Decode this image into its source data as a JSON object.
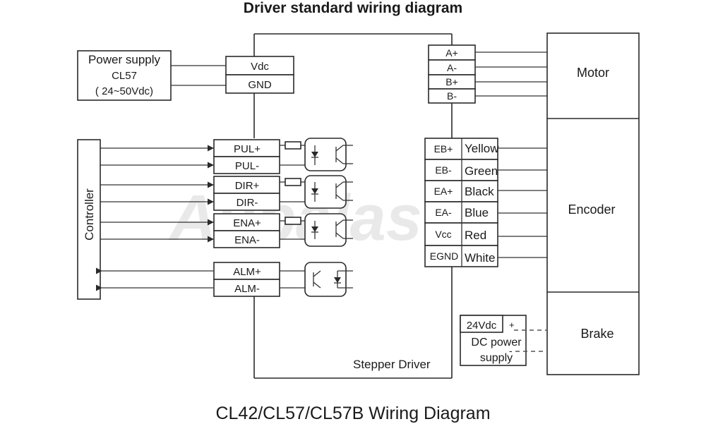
{
  "title": "Driver standard wiring diagram",
  "caption": "CL42/CL57/CL57B Wiring Diagram",
  "watermark": "Aubalasti",
  "power_supply": {
    "line1": "Power supply",
    "line2": "CL57",
    "line3": "( 24~50Vdc)"
  },
  "power_terminals": [
    "Vdc",
    "GND"
  ],
  "controller_label": "Controller",
  "control_terminals": [
    "PUL+",
    "PUL-",
    "DIR+",
    "DIR-",
    "ENA+",
    "ENA-",
    "ALM+",
    "ALM-"
  ],
  "driver_label": "Stepper Driver",
  "motor_terminals": [
    "A+",
    "A-",
    "B+",
    "B-"
  ],
  "encoder_terminals": [
    {
      "pin": "EB+",
      "color": "Yellow"
    },
    {
      "pin": "EB-",
      "color": "Green"
    },
    {
      "pin": "EA+",
      "color": "Black"
    },
    {
      "pin": "EA-",
      "color": "Blue"
    },
    {
      "pin": "Vcc",
      "color": "Red"
    },
    {
      "pin": "EGND",
      "color": "White"
    }
  ],
  "motor_sections": {
    "motor": "Motor",
    "encoder": "Encoder",
    "brake": "Brake"
  },
  "brake_supply": {
    "voltage": "24Vdc",
    "line1": "DC power",
    "line2": "supply",
    "plus": "+",
    "minus": "-"
  }
}
